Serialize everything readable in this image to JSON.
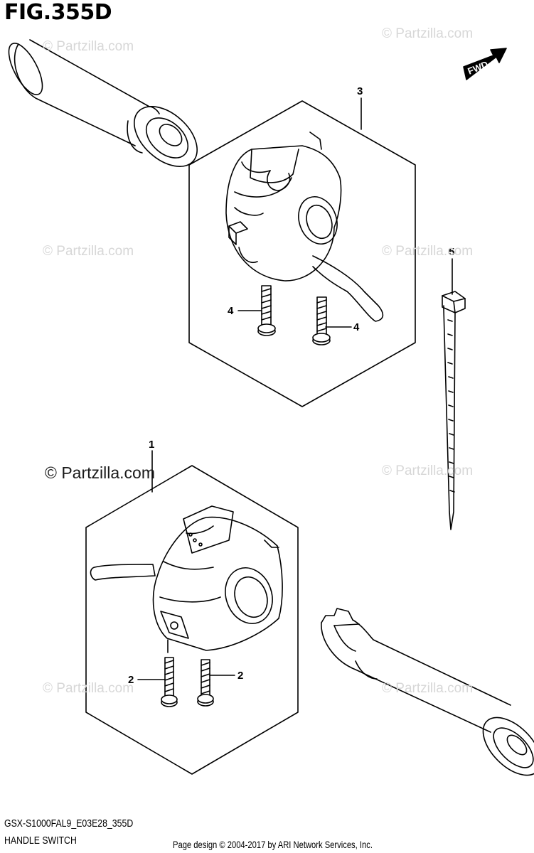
{
  "figure": {
    "title": "FIG.355D",
    "model_code": "GSX-S1000FAL9_E03E28_355D",
    "caption": "HANDLE SWITCH",
    "credit": "Page design © 2004-2017 by ARI Network Services, Inc.",
    "direction_label": "FWD"
  },
  "callouts": [
    {
      "number": "1",
      "part": "left-handle-switch-assembly"
    },
    {
      "number": "2",
      "part": "left-switch-screw"
    },
    {
      "number": "2",
      "part": "left-switch-screw"
    },
    {
      "number": "3",
      "part": "right-handle-switch-assembly"
    },
    {
      "number": "4",
      "part": "right-switch-screw"
    },
    {
      "number": "4",
      "part": "right-switch-screw"
    },
    {
      "number": "5",
      "part": "cable-tie"
    }
  ],
  "watermarks": {
    "text": "© Partzilla.com",
    "color": "#d7d7d7",
    "count": 7,
    "prominent_color": "#1a1a1a"
  }
}
